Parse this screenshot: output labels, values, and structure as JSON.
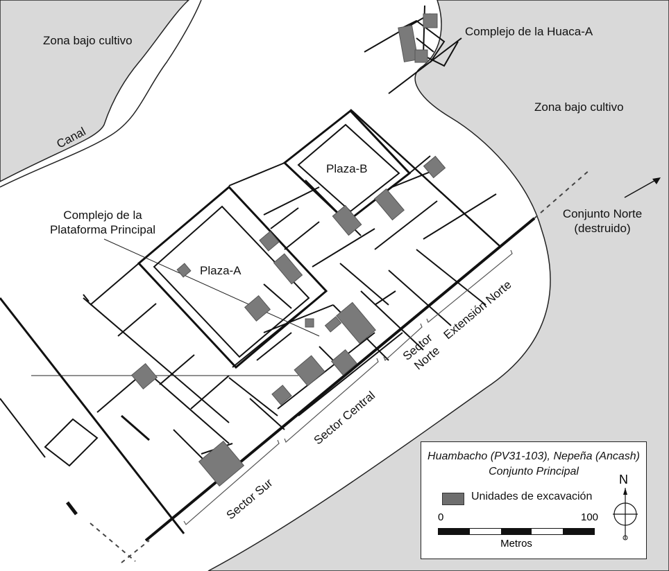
{
  "labels": {
    "zona_left": "Zona bajo cultivo",
    "zona_right": "Zona bajo cultivo",
    "canal": "Canal",
    "huaca": "Complejo de la Huaca-A",
    "plaza_b": "Plaza-B",
    "plaza_a": "Plaza-A",
    "plataforma_line1": "Complejo de la",
    "plataforma_line2": "Plataforma Principal",
    "conjunto_line1": "Conjunto Norte",
    "conjunto_line2": "(destruido)",
    "sector_sur": "Sector Sur",
    "sector_central": "Sector Central",
    "sector_norte_line1": "Sector",
    "sector_norte_line2": "Norte",
    "extension_norte": "Extensión Norte"
  },
  "legend": {
    "title_line1": "Huambacho (PV31-103), Nepeña (Ancash)",
    "title_line2": "Conjunto Principal",
    "swatch_label": "Unidades de excavación",
    "scale_min": "0",
    "scale_max": "100",
    "scale_unit": "Metros",
    "north": "N"
  },
  "colors": {
    "cultivated": "#d9d9d9",
    "excavation": "#7a7a7a",
    "walls": "#111111"
  }
}
